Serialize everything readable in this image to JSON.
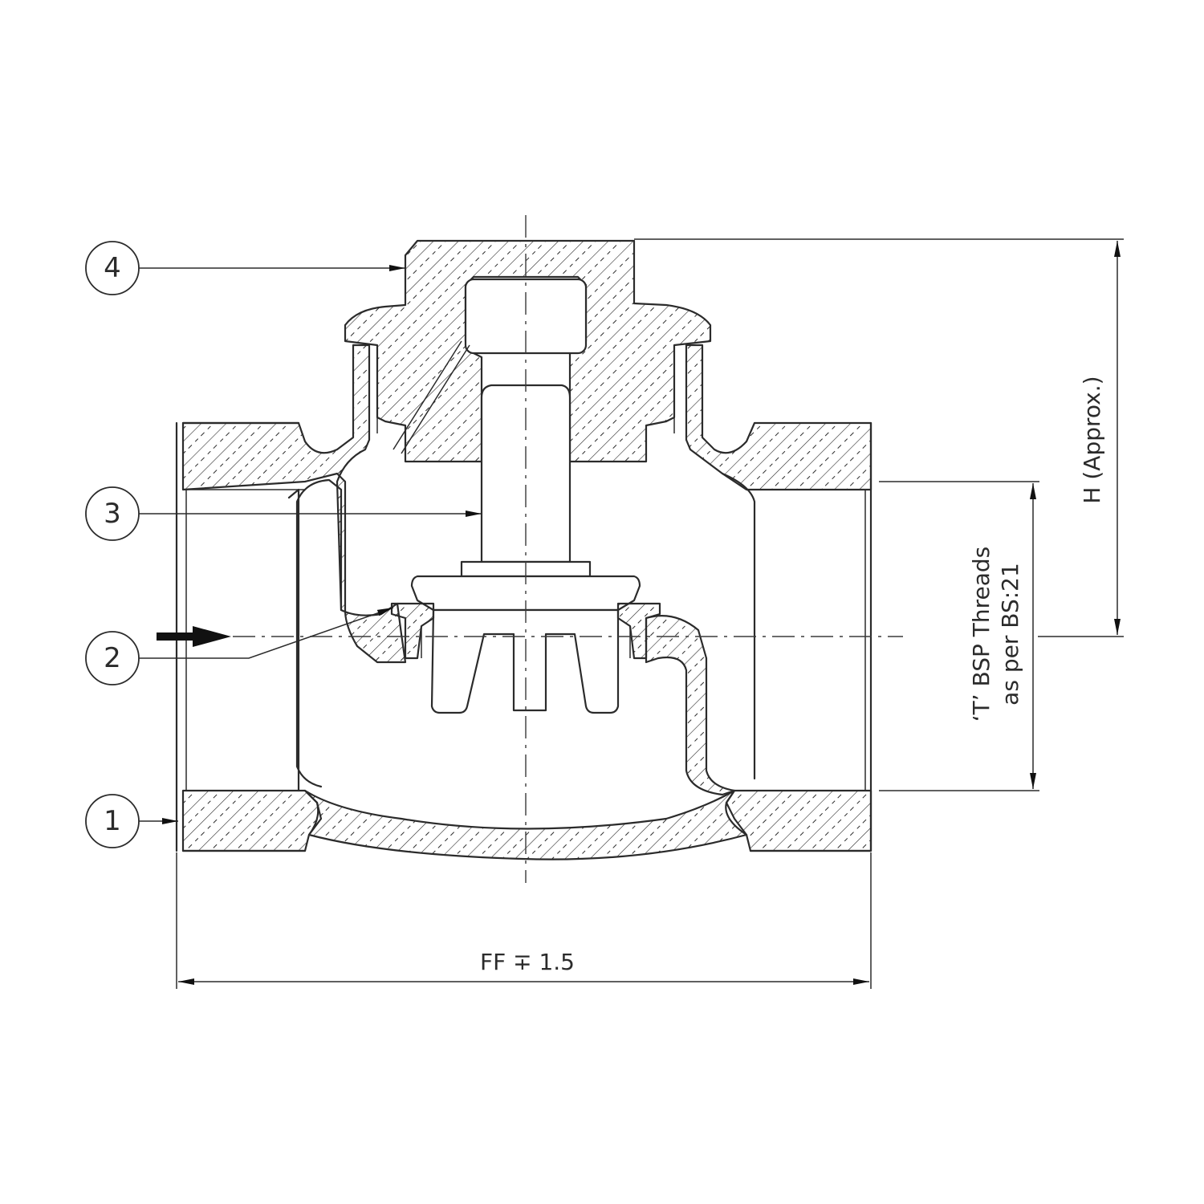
{
  "callouts": [
    {
      "number": "1"
    },
    {
      "number": "2"
    },
    {
      "number": "3"
    },
    {
      "number": "4"
    }
  ],
  "dimensions": {
    "face_to_face": "FF ∓ 1.5",
    "height": "H (Approx.)",
    "thread_line1": "‘T’ BSP Threads",
    "thread_line2": "as per BS:21"
  },
  "colors": {
    "line": "#2b2b2b",
    "background": "#ffffff"
  }
}
